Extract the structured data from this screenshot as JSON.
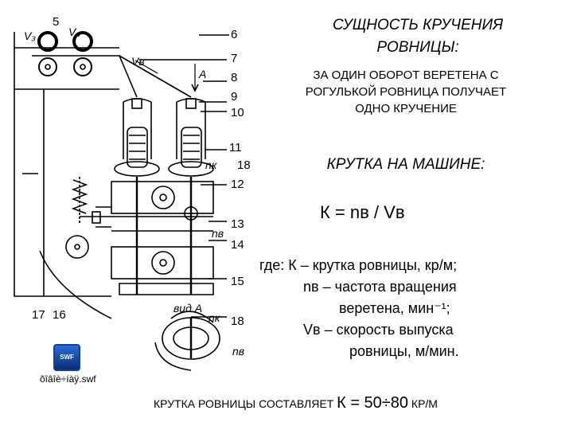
{
  "diagram_labels": {
    "n5": "5",
    "v3": "V₃",
    "v4": "V₄",
    "n6": "6",
    "vb": "Vв",
    "n7": "7",
    "A": "A",
    "n8": "8",
    "n9": "9",
    "n10": "10",
    "n11": "11",
    "nk": "nк",
    "n18a": "18",
    "n12": "12",
    "n13": "13",
    "nb": "nв",
    "n14": "14",
    "n15": "15",
    "n17": "17",
    "n16": "16",
    "vidA": "вид A",
    "nk2": "nк",
    "n18b": "18",
    "nb2": "nв"
  },
  "heading": {
    "line1": "СУЩНОСТЬ КРУЧЕНИЯ",
    "line2": "РОВНИЦЫ:"
  },
  "statement": {
    "line1": "ЗА ОДИН ОБОРОТ ВЕРЕТЕНА С",
    "line2": "РОГУЛЬКОЙ РОВНИЦА ПОЛУЧАЕТ",
    "line3": "ОДНО КРУЧЕНИЕ"
  },
  "section2_title": "КРУТКА НА МАШИНЕ:",
  "formula": "К = nв / Vв",
  "definitions": {
    "l1": "где: К – крутка ровницы, кр/м;",
    "l2": "nв – частота вращения",
    "l3": "веретена, мин⁻¹;",
    "l4": "Vв – скорость выпуска",
    "l5": "ровницы, м/мин."
  },
  "conclusion": {
    "prefix": "КРУТКА РОВНИЦЫ СОСТАВЛЯЕТ ",
    "value": "К = 50÷80",
    "unit": " КР/М"
  },
  "attachment": {
    "icon_text": "SWF",
    "filename": "õîâîè÷íàÿ.swf",
    "icon": "flash-file-icon"
  }
}
